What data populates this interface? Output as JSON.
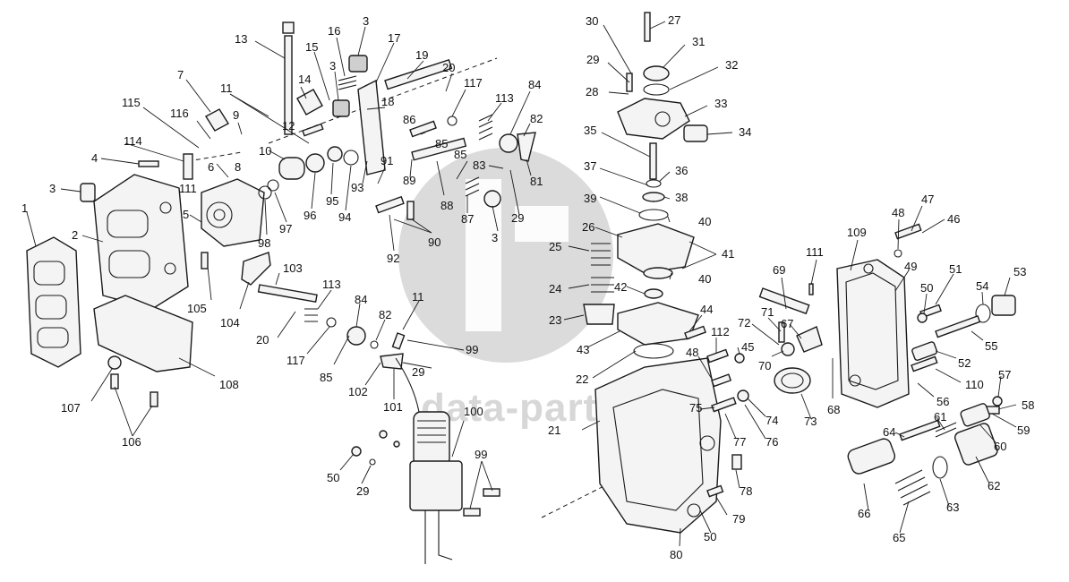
{
  "watermark": {
    "text": "data-parts"
  },
  "labels": [
    {
      "id": "1",
      "text": "1"
    },
    {
      "id": "2",
      "text": "2"
    },
    {
      "id": "3a",
      "text": "3"
    },
    {
      "id": "3b",
      "text": "3"
    },
    {
      "id": "3c",
      "text": "3"
    },
    {
      "id": "3d",
      "text": "3"
    },
    {
      "id": "4",
      "text": "4"
    },
    {
      "id": "5",
      "text": "5"
    },
    {
      "id": "6",
      "text": "6"
    },
    {
      "id": "7",
      "text": "7"
    },
    {
      "id": "8",
      "text": "8"
    },
    {
      "id": "9",
      "text": "9"
    },
    {
      "id": "10",
      "text": "10"
    },
    {
      "id": "11a",
      "text": "11"
    },
    {
      "id": "11b",
      "text": "11"
    },
    {
      "id": "12",
      "text": "12"
    },
    {
      "id": "13",
      "text": "13"
    },
    {
      "id": "14",
      "text": "14"
    },
    {
      "id": "15",
      "text": "15"
    },
    {
      "id": "16",
      "text": "16"
    },
    {
      "id": "17",
      "text": "17"
    },
    {
      "id": "18",
      "text": "18"
    },
    {
      "id": "19",
      "text": "19"
    },
    {
      "id": "20a",
      "text": "20"
    },
    {
      "id": "20b",
      "text": "20"
    },
    {
      "id": "21",
      "text": "21"
    },
    {
      "id": "22",
      "text": "22"
    },
    {
      "id": "23",
      "text": "23"
    },
    {
      "id": "24",
      "text": "24"
    },
    {
      "id": "25",
      "text": "25"
    },
    {
      "id": "26",
      "text": "26"
    },
    {
      "id": "27",
      "text": "27"
    },
    {
      "id": "28",
      "text": "28"
    },
    {
      "id": "29a",
      "text": "29"
    },
    {
      "id": "29b",
      "text": "29"
    },
    {
      "id": "29c",
      "text": "29"
    },
    {
      "id": "29d",
      "text": "29"
    },
    {
      "id": "30",
      "text": "30"
    },
    {
      "id": "31",
      "text": "31"
    },
    {
      "id": "32",
      "text": "32"
    },
    {
      "id": "33",
      "text": "33"
    },
    {
      "id": "34",
      "text": "34"
    },
    {
      "id": "35",
      "text": "35"
    },
    {
      "id": "36",
      "text": "36"
    },
    {
      "id": "37",
      "text": "37"
    },
    {
      "id": "38",
      "text": "38"
    },
    {
      "id": "39",
      "text": "39"
    },
    {
      "id": "40a",
      "text": "40"
    },
    {
      "id": "40b",
      "text": "40"
    },
    {
      "id": "41",
      "text": "41"
    },
    {
      "id": "42",
      "text": "42"
    },
    {
      "id": "43",
      "text": "43"
    },
    {
      "id": "44",
      "text": "44"
    },
    {
      "id": "45",
      "text": "45"
    },
    {
      "id": "46",
      "text": "46"
    },
    {
      "id": "47",
      "text": "47"
    },
    {
      "id": "48a",
      "text": "48"
    },
    {
      "id": "48b",
      "text": "48"
    },
    {
      "id": "49",
      "text": "49"
    },
    {
      "id": "50a",
      "text": "50"
    },
    {
      "id": "50b",
      "text": "50"
    },
    {
      "id": "50c",
      "text": "50"
    },
    {
      "id": "51",
      "text": "51"
    },
    {
      "id": "52",
      "text": "52"
    },
    {
      "id": "53",
      "text": "53"
    },
    {
      "id": "54",
      "text": "54"
    },
    {
      "id": "55",
      "text": "55"
    },
    {
      "id": "56",
      "text": "56"
    },
    {
      "id": "57",
      "text": "57"
    },
    {
      "id": "58",
      "text": "58"
    },
    {
      "id": "59",
      "text": "59"
    },
    {
      "id": "60",
      "text": "60"
    },
    {
      "id": "61",
      "text": "61"
    },
    {
      "id": "62",
      "text": "62"
    },
    {
      "id": "63",
      "text": "63"
    },
    {
      "id": "64",
      "text": "64"
    },
    {
      "id": "65",
      "text": "65"
    },
    {
      "id": "66",
      "text": "66"
    },
    {
      "id": "67",
      "text": "67"
    },
    {
      "id": "68",
      "text": "68"
    },
    {
      "id": "69",
      "text": "69"
    },
    {
      "id": "70",
      "text": "70"
    },
    {
      "id": "71",
      "text": "71"
    },
    {
      "id": "72",
      "text": "72"
    },
    {
      "id": "73",
      "text": "73"
    },
    {
      "id": "74",
      "text": "74"
    },
    {
      "id": "75",
      "text": "75"
    },
    {
      "id": "76",
      "text": "76"
    },
    {
      "id": "77",
      "text": "77"
    },
    {
      "id": "78",
      "text": "78"
    },
    {
      "id": "79",
      "text": "79"
    },
    {
      "id": "80",
      "text": "80"
    },
    {
      "id": "81",
      "text": "81"
    },
    {
      "id": "82a",
      "text": "82"
    },
    {
      "id": "82b",
      "text": "82"
    },
    {
      "id": "83",
      "text": "83"
    },
    {
      "id": "84a",
      "text": "84"
    },
    {
      "id": "84b",
      "text": "84"
    },
    {
      "id": "85a",
      "text": "85"
    },
    {
      "id": "85b",
      "text": "85"
    },
    {
      "id": "85c",
      "text": "85"
    },
    {
      "id": "86",
      "text": "86"
    },
    {
      "id": "87",
      "text": "87"
    },
    {
      "id": "88",
      "text": "88"
    },
    {
      "id": "89",
      "text": "89"
    },
    {
      "id": "90",
      "text": "90"
    },
    {
      "id": "91",
      "text": "91"
    },
    {
      "id": "92",
      "text": "92"
    },
    {
      "id": "93",
      "text": "93"
    },
    {
      "id": "94",
      "text": "94"
    },
    {
      "id": "95",
      "text": "95"
    },
    {
      "id": "96",
      "text": "96"
    },
    {
      "id": "97",
      "text": "97"
    },
    {
      "id": "98",
      "text": "98"
    },
    {
      "id": "99a",
      "text": "99"
    },
    {
      "id": "99b",
      "text": "99"
    },
    {
      "id": "100",
      "text": "100"
    },
    {
      "id": "101",
      "text": "101"
    },
    {
      "id": "102",
      "text": "102"
    },
    {
      "id": "103",
      "text": "103"
    },
    {
      "id": "104",
      "text": "104"
    },
    {
      "id": "105",
      "text": "105"
    },
    {
      "id": "106",
      "text": "106"
    },
    {
      "id": "107",
      "text": "107"
    },
    {
      "id": "108",
      "text": "108"
    },
    {
      "id": "109",
      "text": "109"
    },
    {
      "id": "110",
      "text": "110"
    },
    {
      "id": "111a",
      "text": "111"
    },
    {
      "id": "111b",
      "text": "111"
    },
    {
      "id": "112",
      "text": "112"
    },
    {
      "id": "113a",
      "text": "113"
    },
    {
      "id": "113b",
      "text": "113"
    },
    {
      "id": "114",
      "text": "114"
    },
    {
      "id": "115",
      "text": "115"
    },
    {
      "id": "116",
      "text": "116"
    },
    {
      "id": "117a",
      "text": "117"
    },
    {
      "id": "117b",
      "text": "117"
    }
  ]
}
